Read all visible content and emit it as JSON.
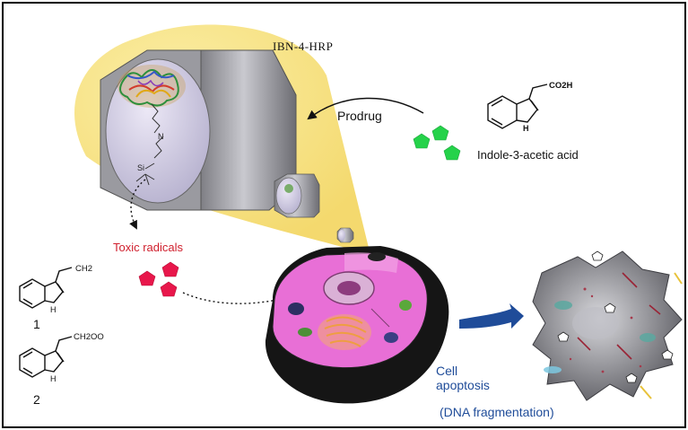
{
  "labels": {
    "nanoparticle": "IBN-4-HRP",
    "prodrug": "Prodrug",
    "indole_acetic_acid": "Indole-3-acetic acid",
    "co2h": "CO2H",
    "toxic_radicals": "Toxic radicals",
    "compound_1": "1",
    "compound_2": "2",
    "ch2_radical": "CH2",
    "ch2oo_radical": "CH2OO",
    "nh_1": "H",
    "nh_2": "H",
    "nh_iaa": "H",
    "n_atom": "N",
    "si_atom": "Si",
    "cell_apoptosis_line1": "Cell",
    "cell_apoptosis_line2": "apoptosis",
    "dna_fragmentation": "(DNA fragmentation)"
  },
  "colors": {
    "yellow_beam": "#f6e27a",
    "pore_wall": "#8f8f95",
    "pore_interior": "#d4d0e6",
    "prodrug_green": "#25d24a",
    "radical_red": "#e8174b",
    "cytoplasm_pink": "#e86fd6",
    "arrow_blue": "#1f4c99",
    "label_red": "#d0202e"
  }
}
